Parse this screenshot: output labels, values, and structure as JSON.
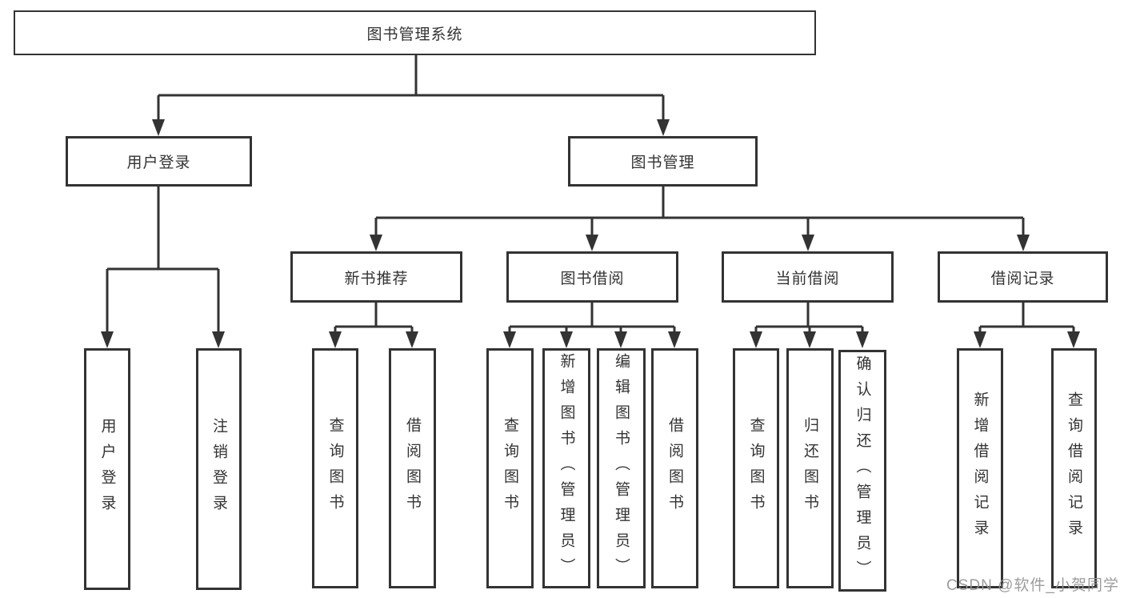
{
  "diagram": {
    "root": {
      "label": "图书管理系统"
    },
    "level2": [
      {
        "label": "用户登录",
        "leaves": [
          {
            "label": "用户登录"
          },
          {
            "label": "注销登录"
          }
        ]
      },
      {
        "label": "图书管理",
        "groups": [
          {
            "label": "新书推荐",
            "leaves": [
              {
                "label": "查询图书"
              },
              {
                "label": "借阅图书"
              }
            ]
          },
          {
            "label": "图书借阅",
            "leaves": [
              {
                "label": "查询图书"
              },
              {
                "label": "新增图书（管理员）"
              },
              {
                "label": "编辑图书（管理员）"
              },
              {
                "label": "借阅图书"
              }
            ]
          },
          {
            "label": "当前借阅",
            "leaves": [
              {
                "label": "查询图书"
              },
              {
                "label": "归还图书"
              },
              {
                "label": "确认归还（管理员）"
              }
            ]
          },
          {
            "label": "借阅记录",
            "leaves": [
              {
                "label": "新增借阅记录"
              },
              {
                "label": "查询借阅记录"
              }
            ]
          }
        ]
      }
    ]
  },
  "watermark": "CSDN @软件_小贺同学",
  "colors": {
    "line": "#333333",
    "text": "#333333",
    "box_fill": "#ffffff",
    "watermark": "#949494"
  }
}
